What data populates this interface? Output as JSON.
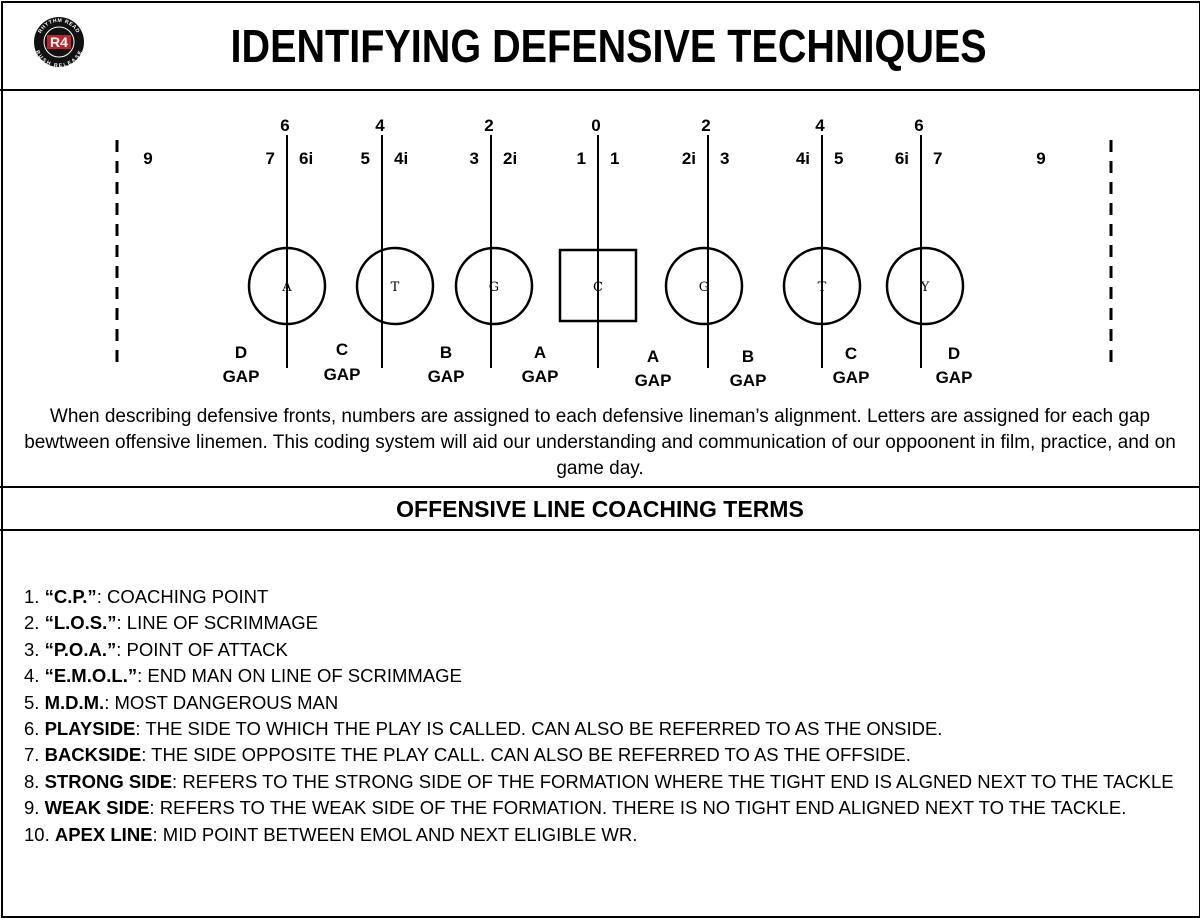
{
  "header": {
    "title": "IDENTIFYING DEFENSIVE TECHNIQUES",
    "logo": {
      "mark": "R4",
      "ring_top": "RHYTHM READ",
      "ring_bottom": "RUSH RELEASE"
    }
  },
  "diagram": {
    "techniques_top": [
      "6",
      "4",
      "2",
      "0",
      "2",
      "4",
      "6"
    ],
    "techniques_pairs": [
      {
        "left": "7",
        "right": "6i"
      },
      {
        "left": "5",
        "right": "4i"
      },
      {
        "left": "3",
        "right": "2i"
      },
      {
        "left": "1",
        "right": "1"
      },
      {
        "left": "2i",
        "right": "3"
      },
      {
        "left": "4i",
        "right": "5"
      },
      {
        "left": "6i",
        "right": "7"
      }
    ],
    "outside_left": "9",
    "outside_right": "9",
    "positions": [
      "A",
      "T",
      "G",
      "C",
      "G",
      "T",
      "Y"
    ],
    "gaps": [
      {
        "letter": "D",
        "word": "GAP"
      },
      {
        "letter": "C",
        "word": "GAP"
      },
      {
        "letter": "B",
        "word": "GAP"
      },
      {
        "letter": "A",
        "word": "GAP"
      },
      {
        "letter": "A",
        "word": "GAP"
      },
      {
        "letter": "B",
        "word": "GAP"
      },
      {
        "letter": "C",
        "word": "GAP"
      },
      {
        "letter": "D",
        "word": "GAP"
      }
    ]
  },
  "description": "When describing defensive fronts, numbers are assigned to each defensive lineman’s alignment. Letters are assigned for each gap bewtween offensive linemen. This coding system will aid our understanding and communication of our oppoonent in film, practice, and on game day.",
  "section_title": "OFFENSIVE LINE COACHING TERMS",
  "terms": [
    {
      "num": "1.",
      "term": "“C.P.”",
      "definition": ": COACHING POINT"
    },
    {
      "num": "2.",
      "term": "“L.O.S.”",
      "definition": ": LINE OF SCRIMMAGE"
    },
    {
      "num": "3.",
      "term": "“P.O.A.”",
      "definition": ": POINT OF ATTACK"
    },
    {
      "num": "4.",
      "term": "“E.M.O.L.”",
      "definition": ": END MAN ON LINE OF SCRIMMAGE"
    },
    {
      "num": "5.",
      "term": "M.D.M.",
      "definition": ": MOST DANGEROUS MAN"
    },
    {
      "num": "6.",
      "term": "PLAYSIDE",
      "definition": ": THE SIDE TO WHICH THE PLAY IS CALLED. CAN ALSO BE REFERRED TO AS THE ONSIDE."
    },
    {
      "num": "7.",
      "term": "BACKSIDE",
      "definition": ": THE SIDE OPPOSITE THE PLAY CALL. CAN ALSO BE REFERRED TO AS THE OFFSIDE."
    },
    {
      "num": "8.",
      "term": "STRONG SIDE",
      "definition": ": REFERS TO THE STRONG SIDE OF THE FORMATION WHERE THE TIGHT END IS ALGNED NEXT TO THE TACKLE"
    },
    {
      "num": "9.",
      "term": "WEAK SIDE",
      "definition": ": REFERS TO THE WEAK SIDE OF THE FORMATION. THERE IS NO TIGHT END ALIGNED NEXT TO THE TACKLE."
    },
    {
      "num": "10.",
      "term": "APEX LINE",
      "definition": ": MID POINT BETWEEN EMOL AND NEXT ELIGIBLE WR."
    }
  ]
}
